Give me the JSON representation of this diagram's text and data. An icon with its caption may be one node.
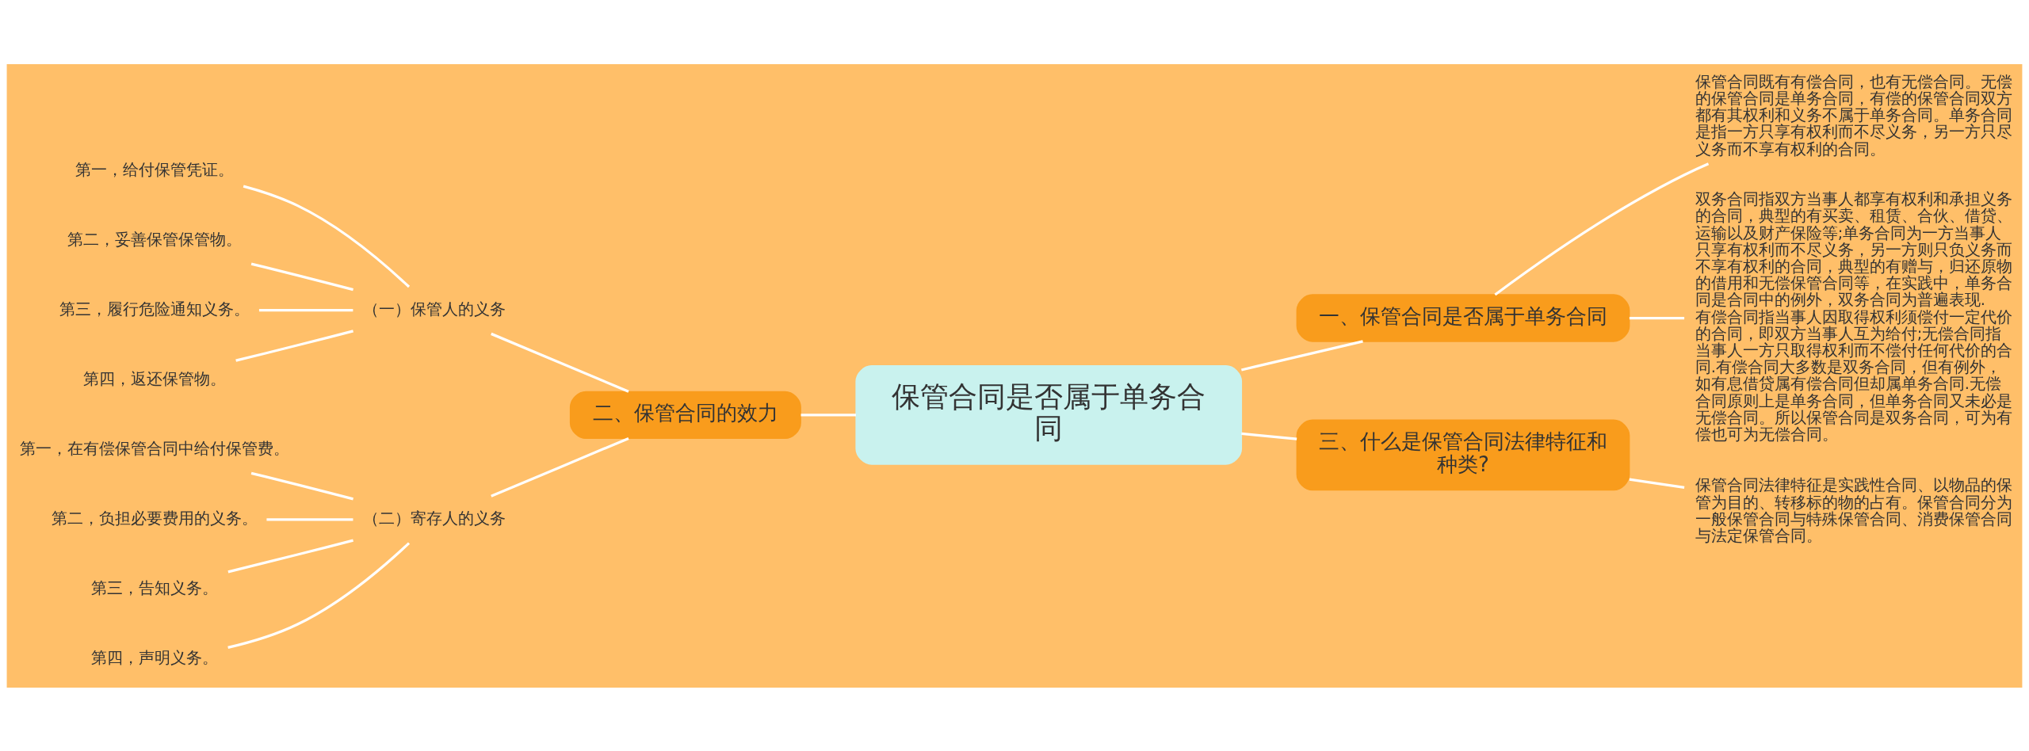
{
  "diagram": {
    "nodes": [
      {
        "text": [
          "保管合同是否属于单务合同"
        ]
      },
      {
        "text": [
          "一、保管合同是否属于单务合同"
        ]
      },
      {
        "text": [
          "保管合同既有有偿合同，也有无偿合同。无偿的保管合同是单务合同，有偿的保管合同双方都有其权利和义务不属于单务合同。单务合同是指一方只享有权利而不尽义务，另一方只尽义务而不享有权利的合同。"
        ]
      },
      {
        "text": [
          "双务合同指双方当事人都享有权利和承担义务的合同，典型的有买卖、租赁、合伙、借贷、运输以及财产保险等;单务合同为一方当事人只享有权利而不尽义务，另一方则只负义务而不享有权利的合同，典型的有赠与，归还原物的借用和无偿保管合同等，在实践中，单务合同是合同中的例外，双务合同为普遍表现. 有偿合同指当事人因取得权利须偿付一定代价的合同，即双方当事人互为给付;无偿合同指当事人一方只取得权利而不偿付任何代价的合同.有偿合同大多数是双务合同，但有例外，如有息借贷属有偿合同但却属单务合同.无偿合同原则上是单务合同，但单务合同又未必是无偿合同。所以保管合同是双务合同，可为有偿也可为无偿合同。"
        ]
      },
      {
        "text": [
          "二、保管合同的效力"
        ]
      },
      {
        "text": [
          "（一）保管人的义务"
        ]
      },
      {
        "text": [
          "第一，给付保管凭证。"
        ]
      },
      {
        "text": [
          "第二，妥善保管保管物。"
        ]
      },
      {
        "text": [
          "第三，履行危险通知义务。"
        ]
      },
      {
        "text": [
          "第四，返还保管物。"
        ]
      },
      {
        "text": [
          "（二）寄存人的义务"
        ]
      },
      {
        "text": [
          "第一，在有偿保管合同中给付保管费。"
        ]
      },
      {
        "text": [
          "第二，负担必要费用的义务。"
        ]
      },
      {
        "text": [
          "第三，告知义务。"
        ]
      },
      {
        "text": [
          "第四，声明义务。"
        ]
      },
      {
        "text": [
          "三、什么是保管合同法律特征和种类?"
        ]
      },
      {
        "text": [
          "保管合同法律特征是实践性合同、以物品的保管为目的、转移标的物的占有。保管合同分为一般保管合同与特殊保管合同、消费保管合同与法定保管合同。"
        ]
      }
    ],
    "edges": [
      {
        "from": 0,
        "to": 1,
        "arrow": "none"
      },
      {
        "from": 1,
        "to": 2,
        "arrow": "none"
      },
      {
        "from": 1,
        "to": 3,
        "arrow": "none"
      },
      {
        "from": 0,
        "to": 4,
        "arrow": "none"
      },
      {
        "from": 4,
        "to": 5,
        "arrow": "none"
      },
      {
        "from": 5,
        "to": 6,
        "arrow": "none"
      },
      {
        "from": 5,
        "to": 7,
        "arrow": "none"
      },
      {
        "from": 5,
        "to": 8,
        "arrow": "none"
      },
      {
        "from": 5,
        "to": 9,
        "arrow": "none"
      },
      {
        "from": 4,
        "to": 10,
        "arrow": "none"
      },
      {
        "from": 10,
        "to": 11,
        "arrow": "none"
      },
      {
        "from": 10,
        "to": 12,
        "arrow": "none"
      },
      {
        "from": 10,
        "to": 13,
        "arrow": "none"
      },
      {
        "from": 10,
        "to": 14,
        "arrow": "none"
      },
      {
        "from": 0,
        "to": 15,
        "arrow": "none"
      },
      {
        "from": 15,
        "to": 16,
        "arrow": "none"
      }
    ]
  }
}
